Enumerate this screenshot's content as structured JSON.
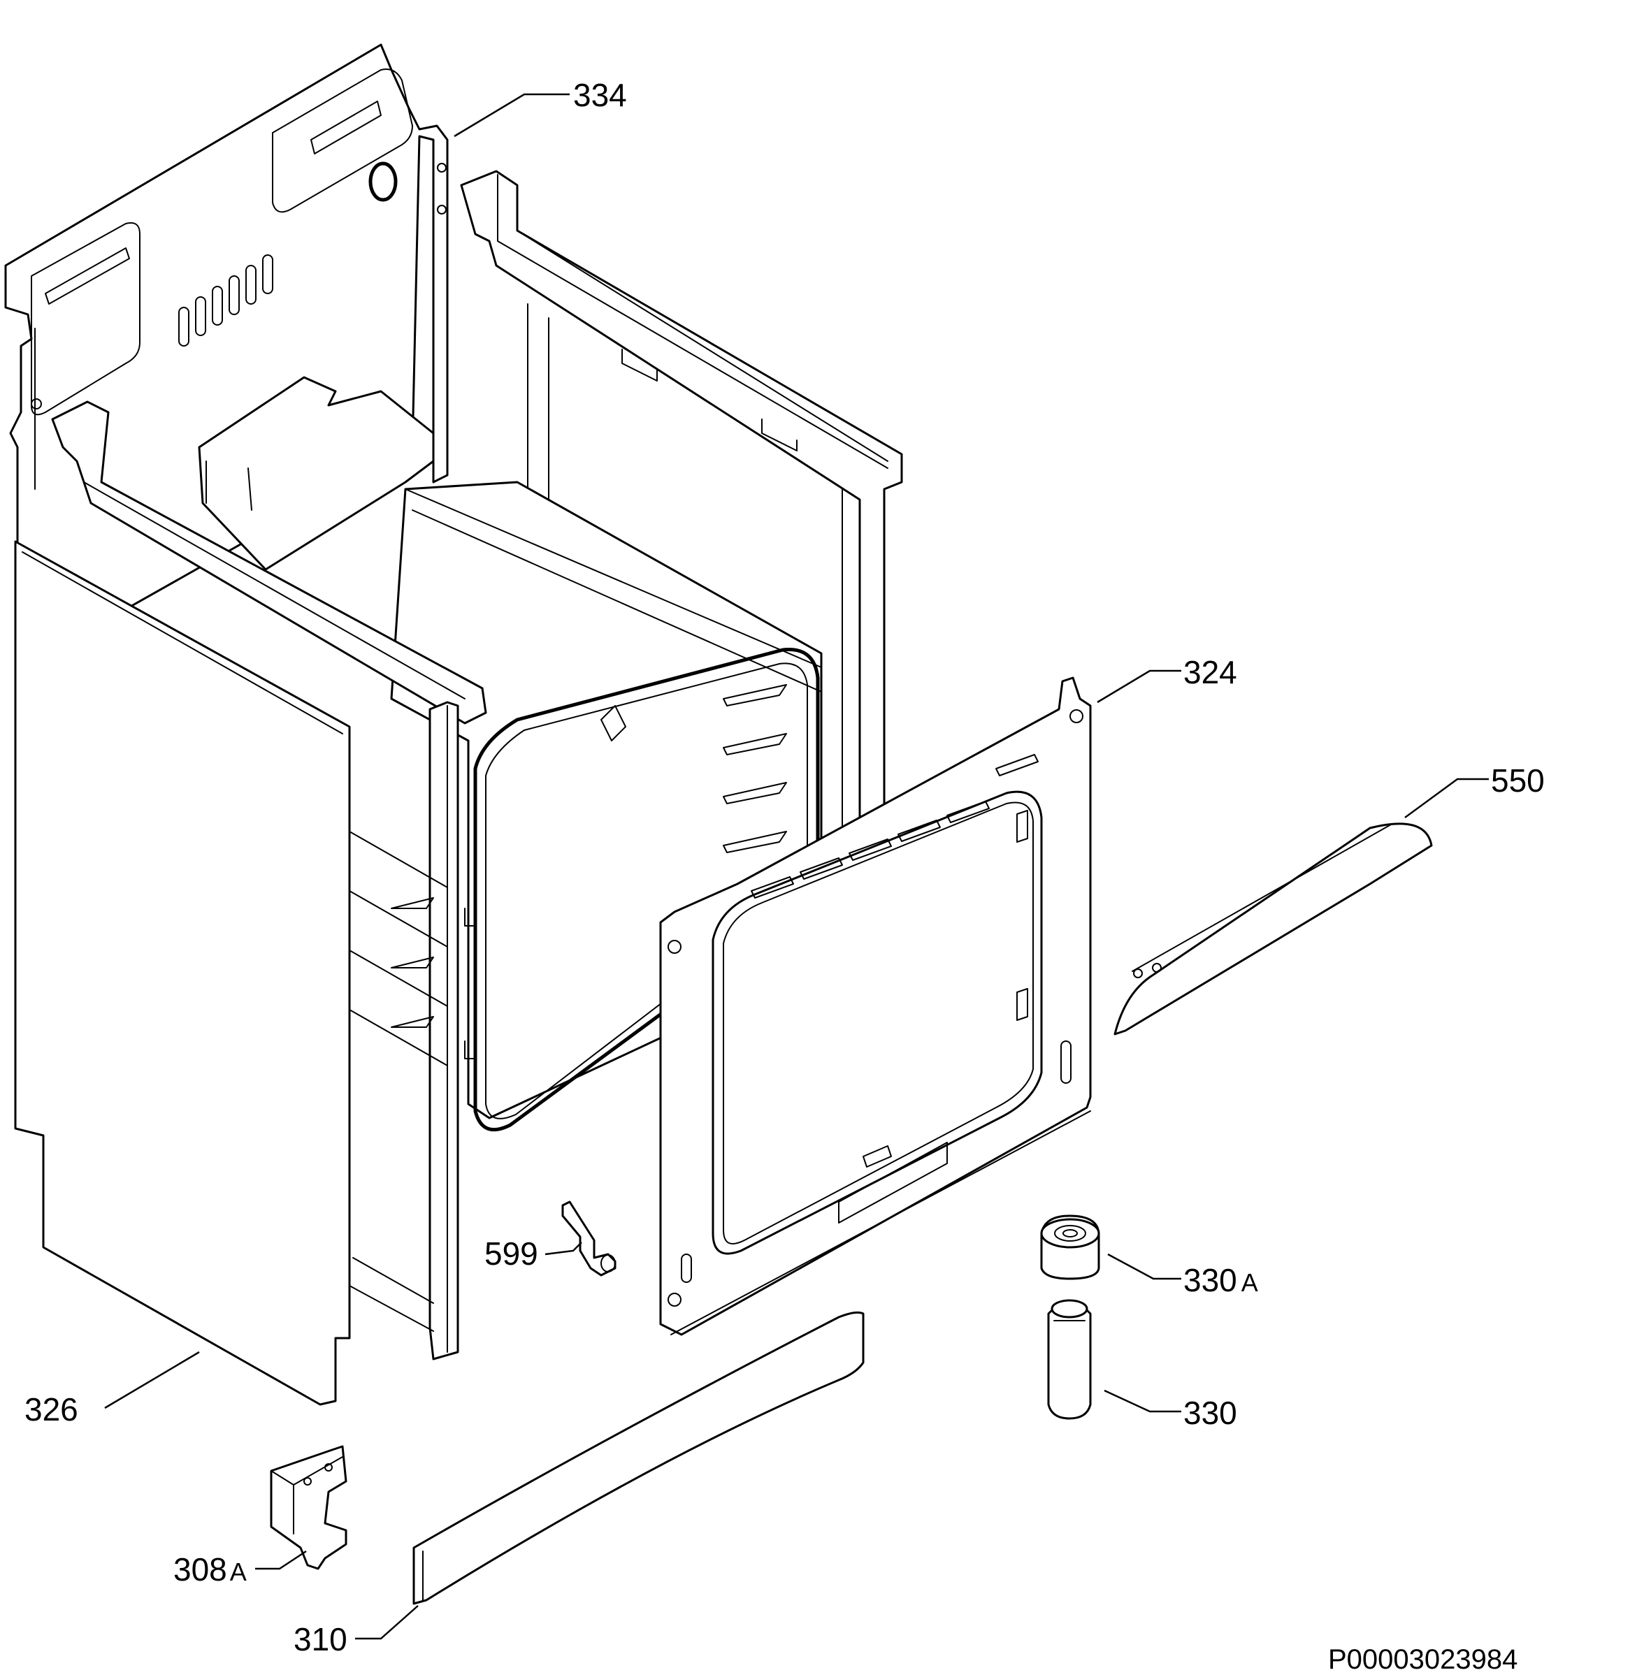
{
  "callouts": {
    "c334": {
      "number": "334",
      "suffix": ""
    },
    "c324": {
      "number": "324",
      "suffix": ""
    },
    "c550": {
      "number": "550",
      "suffix": ""
    },
    "c599": {
      "number": "599",
      "suffix": ""
    },
    "c330a": {
      "number": "330",
      "suffix": "A"
    },
    "c330": {
      "number": "330",
      "suffix": ""
    },
    "c326": {
      "number": "326",
      "suffix": ""
    },
    "c308a": {
      "number": "308",
      "suffix": "A"
    },
    "c310": {
      "number": "310",
      "suffix": ""
    }
  },
  "reference_code": "P00003023984"
}
